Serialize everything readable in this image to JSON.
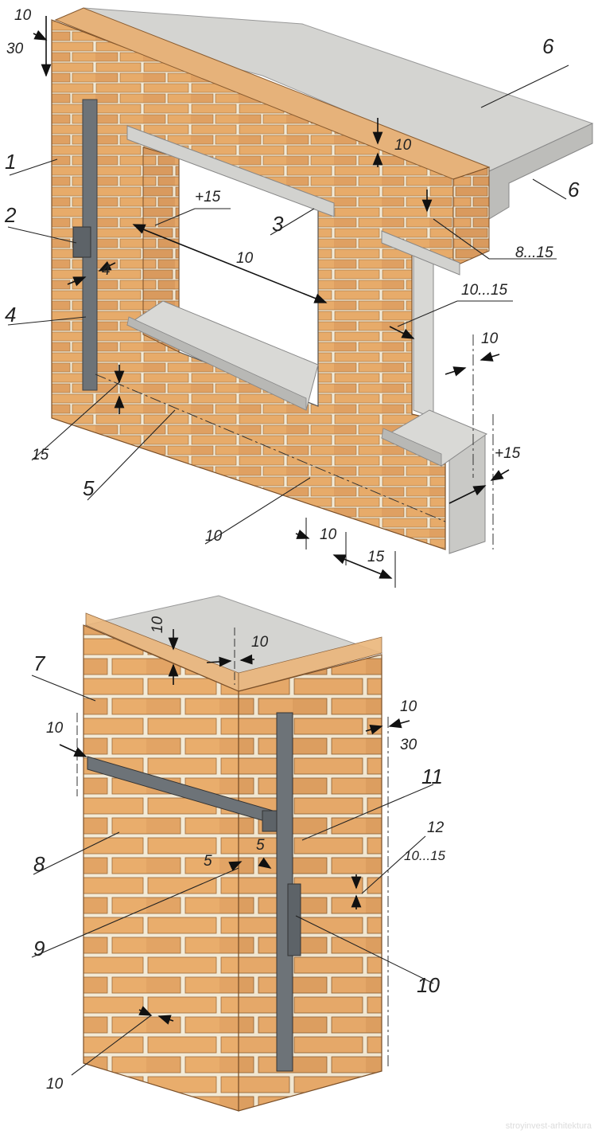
{
  "upper_figure": {
    "callouts": [
      "1",
      "2",
      "3",
      "4",
      "5",
      "6",
      "6"
    ],
    "dims": {
      "top_left_a": "10",
      "top_left_b": "30",
      "parapet_top": "10",
      "lintel_joint": "+15",
      "opening_gap": "10",
      "lintel_gap": "8...15",
      "jamb_gap": "10...15",
      "pier_gap": "10",
      "sill_offset": "+15",
      "guide_gap": "4",
      "base_joint": "15",
      "bottom_a": "10",
      "bottom_b": "10",
      "bottom_c": "15"
    }
  },
  "lower_figure": {
    "callouts": [
      "7",
      "8",
      "9",
      "10",
      "11",
      "12"
    ],
    "dims": {
      "top_a": "10",
      "top_b": "10",
      "left_joint": "10",
      "right_a": "10",
      "right_b": "30",
      "gap_a": "5",
      "gap_b": "5",
      "joint_range": "10...15",
      "bottom_joint": "10"
    }
  },
  "colors": {
    "brick": "#e7ab6a",
    "brick_dark": "#c98a4f",
    "mortar": "#f3ead6",
    "concrete": "#cfcfcc",
    "steel": "#6d7378"
  },
  "watermark": "stroyinvest-arhitektura"
}
